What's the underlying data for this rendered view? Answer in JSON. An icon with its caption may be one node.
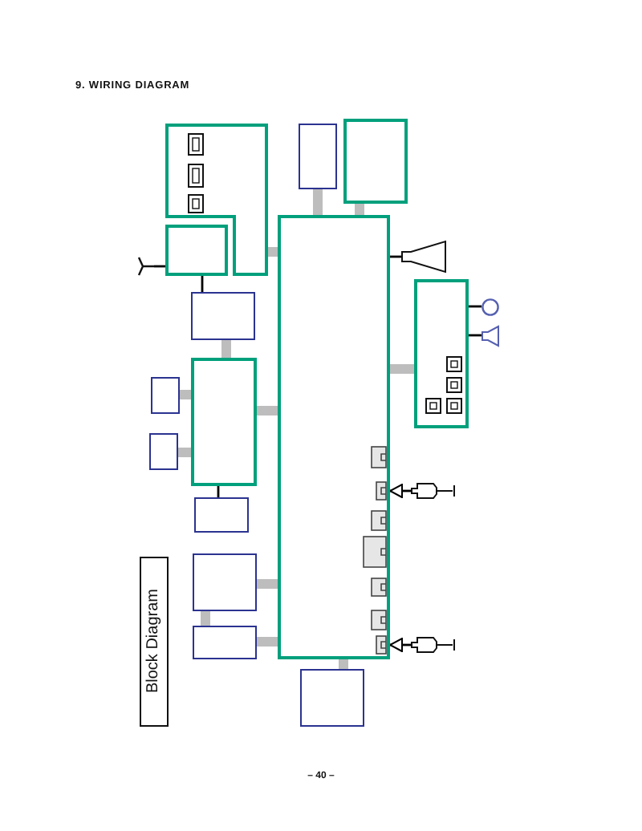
{
  "diagram": {
    "title": "9. WIRING DIAGRAM",
    "nodes": [
      {
        "text": [],
        "shape": "box"
      },
      {
        "text": [],
        "shape": "box"
      },
      {
        "text": [],
        "shape": "box"
      },
      {
        "text": [],
        "shape": "box"
      },
      {
        "text": [],
        "shape": "box"
      },
      {
        "text": [],
        "shape": "antenna"
      },
      {
        "text": [],
        "shape": "speaker"
      },
      {
        "text": [],
        "shape": "box"
      },
      {
        "text": [],
        "shape": "box"
      },
      {
        "text": [],
        "shape": "circle"
      },
      {
        "text": [],
        "shape": "speaker"
      },
      {
        "text": [],
        "shape": "box"
      },
      {
        "text": [],
        "shape": "box"
      },
      {
        "text": [],
        "shape": "box"
      },
      {
        "text": [],
        "shape": "plug"
      },
      {
        "text": [],
        "shape": "box"
      },
      {
        "text": [],
        "shape": "box"
      },
      {
        "text": [
          "Block Diagram"
        ]
      },
      {
        "text": [],
        "shape": "box"
      },
      {
        "text": [],
        "shape": "plug"
      },
      {
        "text": [],
        "shape": "box"
      }
    ],
    "edges": [
      {
        "from": 0,
        "to": 3,
        "arrow": "none"
      },
      {
        "from": 1,
        "to": 3,
        "arrow": "none"
      },
      {
        "from": 2,
        "to": 3,
        "arrow": "none"
      },
      {
        "from": 5,
        "to": 4,
        "arrow": "none",
        "color": "#000000"
      },
      {
        "from": 4,
        "to": 7,
        "arrow": "none",
        "color": "#000000"
      },
      {
        "from": 6,
        "to": 3,
        "arrow": "none",
        "color": "#000000"
      },
      {
        "from": 7,
        "to": 11,
        "arrow": "none"
      },
      {
        "from": 8,
        "to": 3,
        "arrow": "none"
      },
      {
        "from": 9,
        "to": 8,
        "arrow": "none",
        "color": "#000000"
      },
      {
        "from": 10,
        "to": 8,
        "arrow": "none",
        "color": "#000000"
      },
      {
        "from": 12,
        "to": 11,
        "arrow": "none"
      },
      {
        "from": 11,
        "to": 3,
        "arrow": "none"
      },
      {
        "from": 13,
        "to": 11,
        "arrow": "none"
      },
      {
        "from": 11,
        "to": 15,
        "arrow": "none",
        "color": "#000000"
      },
      {
        "from": 14,
        "to": 3,
        "arrow": "to",
        "color": "#000000"
      },
      {
        "from": 16,
        "to": 3,
        "arrow": "none"
      },
      {
        "from": 16,
        "to": 18,
        "arrow": "none"
      },
      {
        "from": 18,
        "to": 3,
        "arrow": "none"
      },
      {
        "from": 19,
        "to": 3,
        "arrow": "to",
        "color": "#000000"
      },
      {
        "from": 20,
        "to": 3,
        "arrow": "none"
      }
    ],
    "labels": [
      "– 40 –"
    ]
  }
}
